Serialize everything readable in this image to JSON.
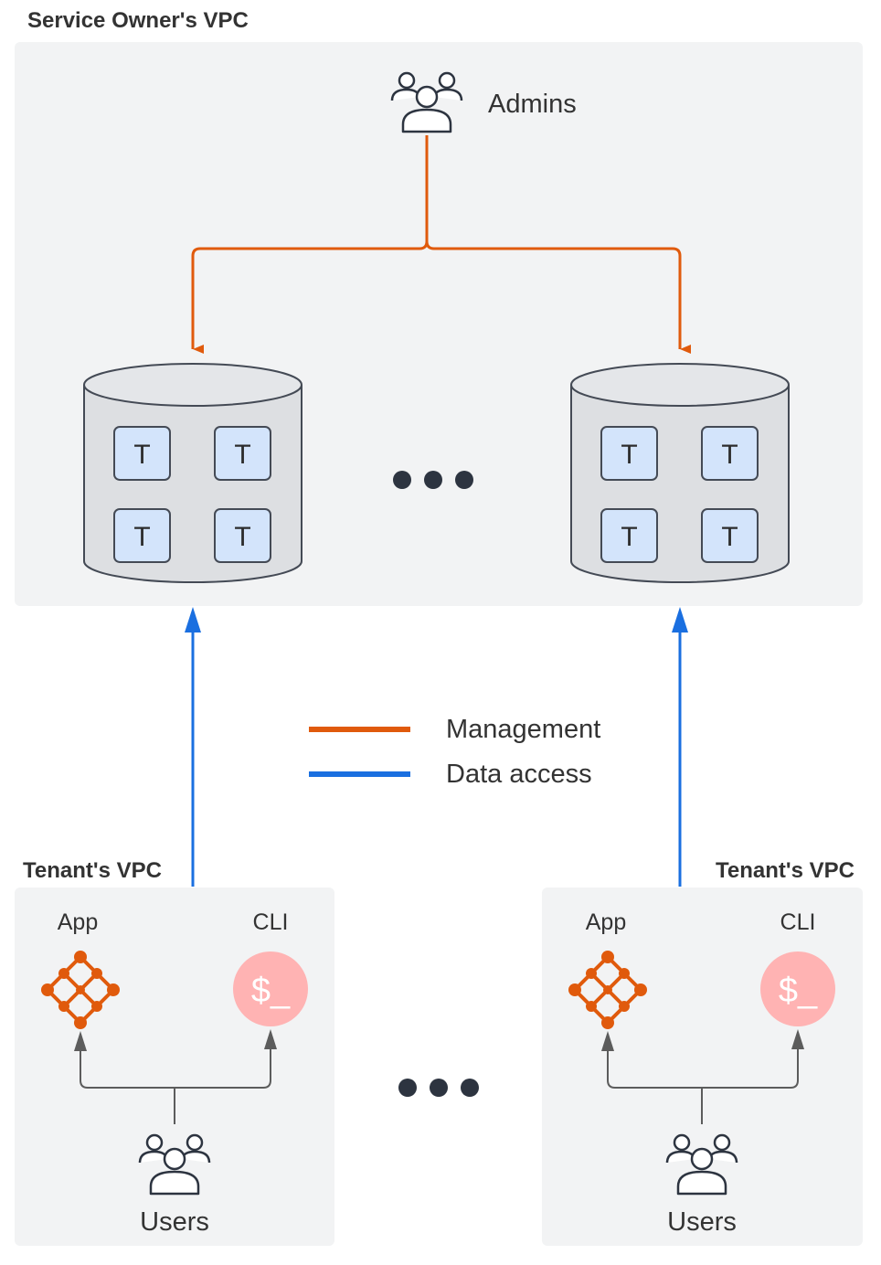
{
  "service_vpc": {
    "title": "Service Owner's VPC",
    "admins_label": "Admins",
    "clusters": [
      {
        "tables": [
          "T",
          "T",
          "T",
          "T"
        ]
      },
      {
        "tables": [
          "T",
          "T",
          "T",
          "T"
        ]
      }
    ]
  },
  "legend": {
    "management_label": "Management",
    "data_access_label": "Data access",
    "management_color": "#E05A0C",
    "data_access_color": "#1A6FE0"
  },
  "tenants": [
    {
      "title": "Tenant's VPC",
      "app_label": "App",
      "cli_label": "CLI",
      "cli_glyph": "$_",
      "users_label": "Users"
    },
    {
      "title": "Tenant's VPC",
      "app_label": "App",
      "cli_label": "CLI",
      "cli_glyph": "$_",
      "users_label": "Users"
    }
  ],
  "icons": {
    "admins": "user-group-icon",
    "users": "user-group-icon",
    "cluster": "database-cylinder-icon",
    "app": "network-diamond-icon",
    "cli": "terminal-icon",
    "more": "ellipsis-icon"
  }
}
